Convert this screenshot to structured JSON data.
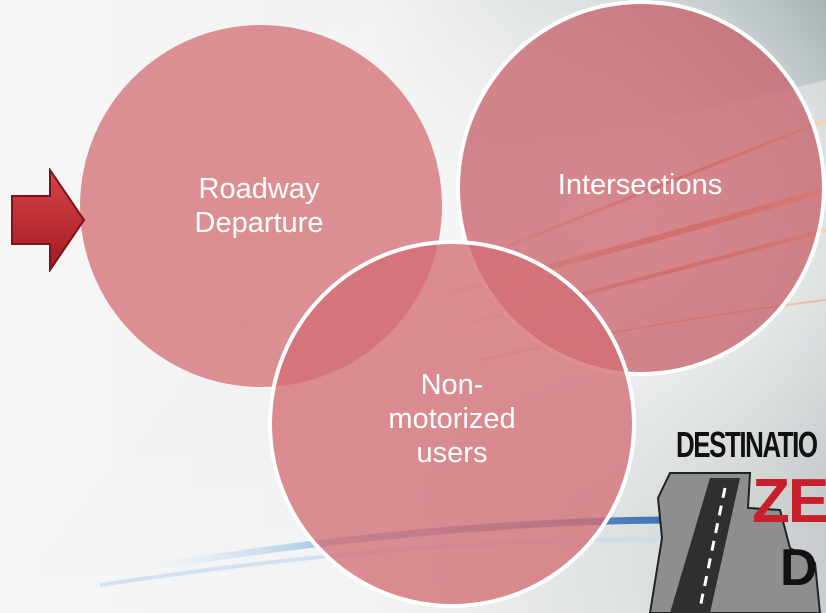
{
  "diagram": {
    "circles": [
      {
        "id": "roadway",
        "lines": [
          "Roadway",
          "Departure"
        ]
      },
      {
        "id": "intersections",
        "lines": [
          "Intersections"
        ]
      },
      {
        "id": "nonmotorized",
        "lines": [
          "Non-",
          "motorized",
          "users"
        ]
      }
    ],
    "pointer": {
      "icon": "arrow-right-icon",
      "color": "#b8232a"
    }
  },
  "logo": {
    "line1": "DESTINATIO",
    "line2": "ZE",
    "line3": "D"
  },
  "colors": {
    "circle_fill": "#d6767a",
    "accent_red": "#c8202a",
    "background": "#f4f4f4"
  }
}
